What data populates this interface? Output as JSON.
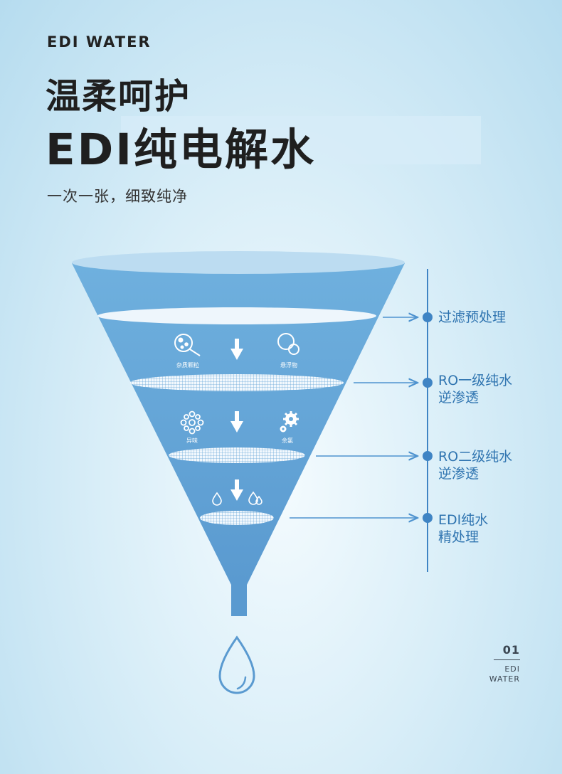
{
  "header": {
    "brand": "EDI WATER",
    "title_line1": "温柔呵护",
    "title_line2": "EDI纯电解水",
    "subtitle": "一次一张，细致纯净"
  },
  "funnel": {
    "layer1_items": [
      {
        "icon": "magnifier-particles-icon",
        "label": "杂质颗粒"
      },
      {
        "icon": "floating-matter-icon",
        "label": "悬浮物"
      }
    ],
    "layer2_items": [
      {
        "icon": "flower-odor-icon",
        "label": "异味"
      },
      {
        "icon": "gear-chlorine-icon",
        "label": "余氯"
      }
    ],
    "layer3_items": [
      {
        "icon": "small-drop-icon",
        "label": ""
      },
      {
        "icon": "double-drop-icon",
        "label": ""
      }
    ]
  },
  "stages": [
    {
      "line1": "过滤预处理",
      "line2": ""
    },
    {
      "line1": "RO一级纯水",
      "line2": "逆渗透"
    },
    {
      "line1": "RO二级纯水",
      "line2": "逆渗透"
    },
    {
      "line1": "EDI纯水",
      "line2": "精处理"
    }
  ],
  "footer": {
    "page_number": "01",
    "brand_line1": "EDI",
    "brand_line2": "WATER"
  },
  "colors": {
    "funnel_blue": "#6aa9d8",
    "funnel_dark": "#5b9bd0",
    "accent": "#2f74b0"
  }
}
